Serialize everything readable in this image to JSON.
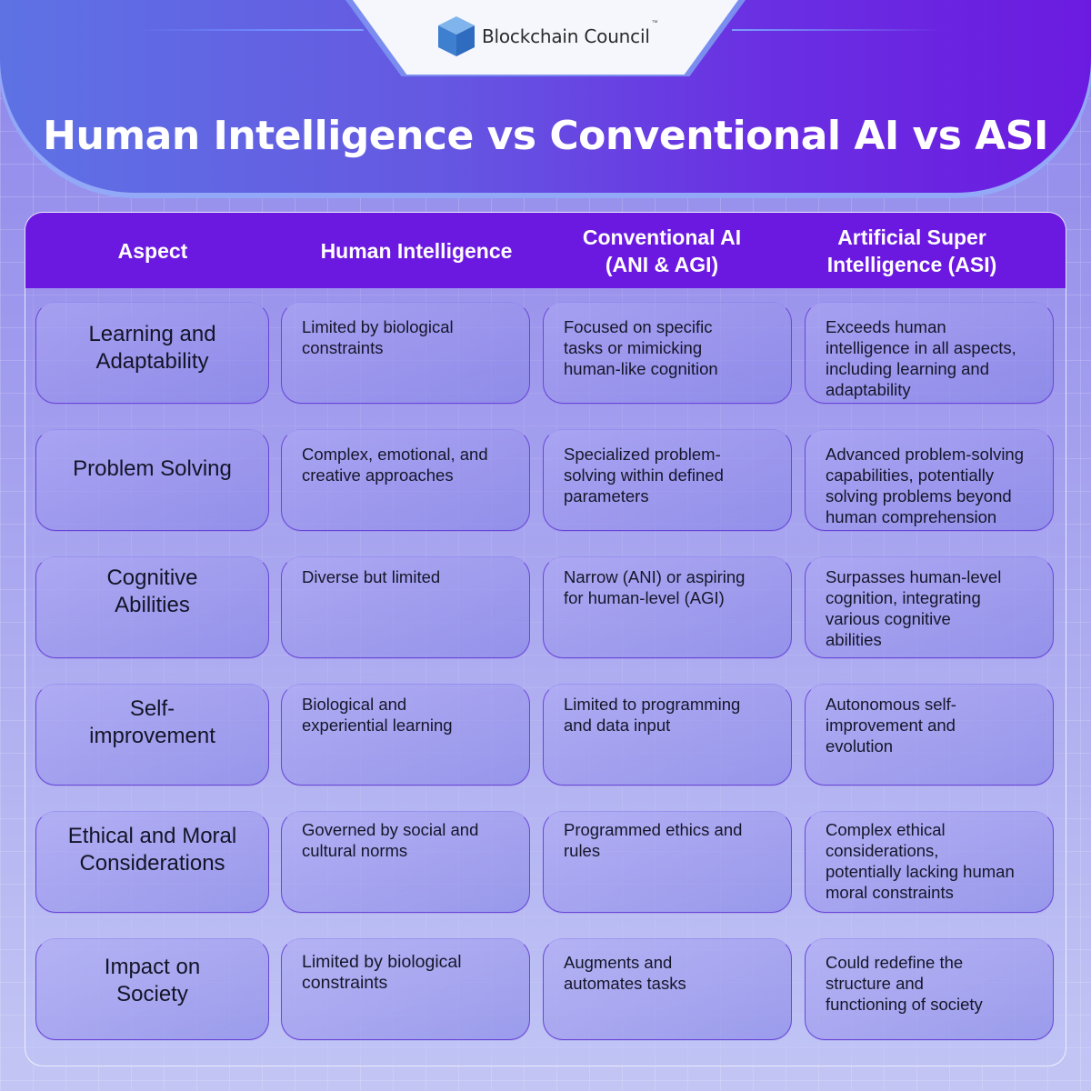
{
  "brand": {
    "name": "Blockchain Council",
    "trademark": "™",
    "logo_icon": "blue-cube-icon"
  },
  "title": "Human Intelligence vs Conventional AI vs ASI",
  "colors": {
    "header_purple": "#6b19e0",
    "banner_start": "#5e72e4",
    "banner_end": "#6b1be0",
    "card_border": "#6a46d8",
    "text_dark": "#16162a",
    "logo_cube": "#3f7fd0"
  },
  "table": {
    "headers": [
      "Aspect",
      "Human Intelligence",
      "Conventional AI\n(ANI & AGI)",
      "Artificial Super\nIntelligence (ASI)"
    ],
    "rows": [
      {
        "aspect": "Learning and\nAdaptability",
        "human": "Limited by biological\nconstraints",
        "conventional_ai": "Focused on specific\ntasks or mimicking\nhuman-like cognition",
        "asi": "Exceeds human\nintelligence in all aspects,\nincluding learning and\nadaptability"
      },
      {
        "aspect": "Problem Solving",
        "human": "Complex, emotional, and\ncreative approaches",
        "conventional_ai": "Specialized problem-\nsolving within defined\nparameters",
        "asi": "Advanced problem-solving\ncapabilities, potentially\nsolving problems beyond\nhuman comprehension"
      },
      {
        "aspect": "Cognitive\nAbilities",
        "human": "Diverse but limited",
        "conventional_ai": "Narrow (ANI) or aspiring\nfor human-level (AGI)",
        "asi": "Surpasses human-level\ncognition, integrating\nvarious cognitive\nabilities"
      },
      {
        "aspect": "Self-\nimprovement",
        "human": "Biological and\nexperiential learning",
        "conventional_ai": "Limited to programming\nand data input",
        "asi": "Autonomous self-\nimprovement and\nevolution"
      },
      {
        "aspect": "Ethical and Moral\nConsiderations",
        "human": "Governed by social and\ncultural norms",
        "conventional_ai": "Programmed ethics and\nrules",
        "asi": "Complex ethical\nconsiderations,\npotentially lacking human\nmoral constraints"
      },
      {
        "aspect": "Impact on\nSociety",
        "human": "Limited by biological\nconstraints",
        "conventional_ai": "Augments and\nautomates tasks",
        "asi": "Could redefine the\nstructure and\nfunctioning of society"
      }
    ]
  }
}
